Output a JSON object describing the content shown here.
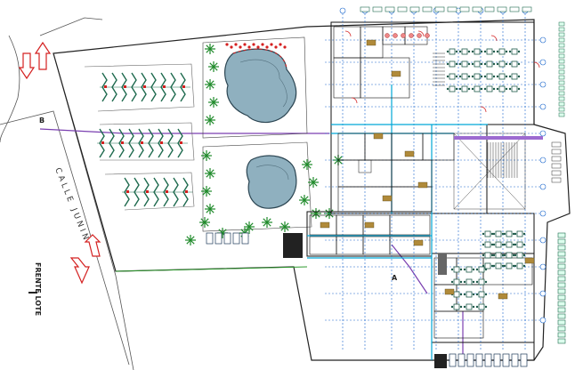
{
  "plan": {
    "street_label": "CALLE JUNIN",
    "side_annotation": "FRENTE LOTE",
    "section_marker_a": "A",
    "section_marker_b": "B",
    "colors": {
      "wall": "#111111",
      "grid": "#1a66cc",
      "pool_water": "#8fb0bf",
      "palm": "#1f8a2a",
      "parking": "#1e6a4e",
      "accent_red": "#d42020",
      "furniture": "#b08a3a",
      "cyan": "#00a6d6"
    }
  }
}
